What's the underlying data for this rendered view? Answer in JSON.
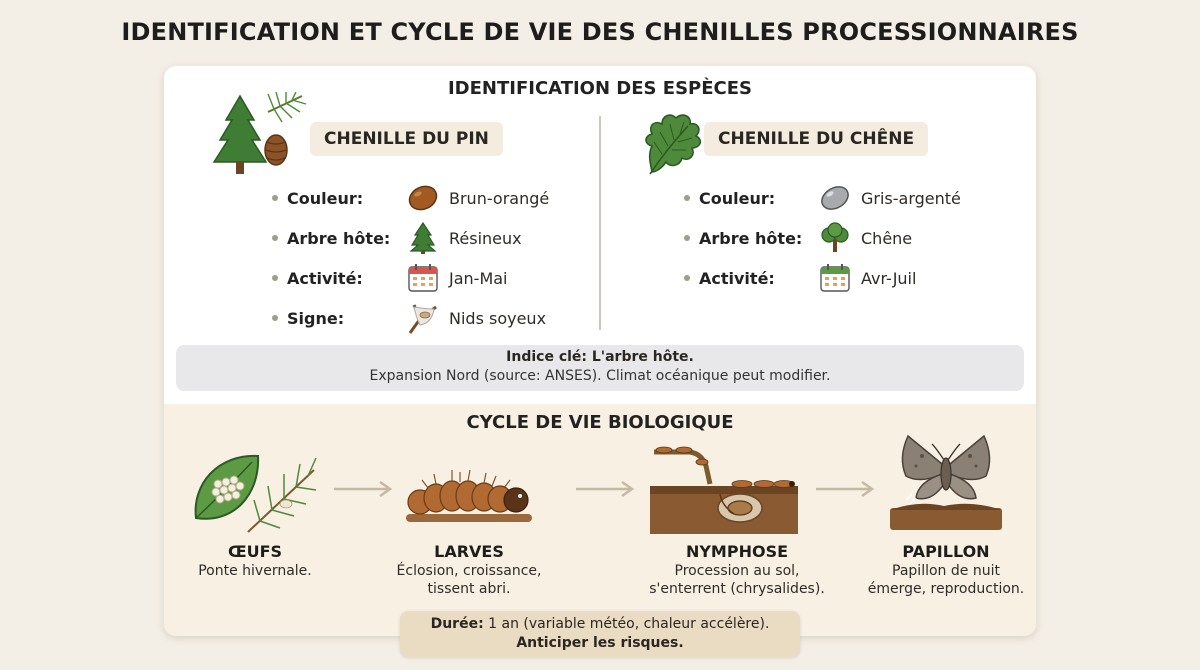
{
  "title": "IDENTIFICATION ET CYCLE DE VIE DES CHENILLES PROCESSIONNAIRES",
  "identification": {
    "title": "IDENTIFICATION DES ESPÈCES",
    "pine": {
      "name": "CHENILLE DU PIN",
      "icon": "pine-tree-with-cone-icon",
      "attributes": [
        {
          "label": "Couleur:",
          "value": "Brun-orangé",
          "icon": "brown-seed-icon"
        },
        {
          "label": "Arbre hôte:",
          "value": "Résineux",
          "icon": "conifer-icon"
        },
        {
          "label": "Activité:",
          "value": "Jan-Mai",
          "icon": "calendar-icon"
        },
        {
          "label": "Signe:",
          "value": "Nids soyeux",
          "icon": "silk-nest-icon"
        }
      ]
    },
    "oak": {
      "name": "CHENILLE DU CHÊNE",
      "icon": "oak-leaf-icon",
      "attributes": [
        {
          "label": "Couleur:",
          "value": "Gris-argenté",
          "icon": "grey-seed-icon"
        },
        {
          "label": "Arbre hôte:",
          "value": "Chêne",
          "icon": "oak-tree-icon"
        },
        {
          "label": "Activité:",
          "value": "Avr-Juil",
          "icon": "calendar-icon"
        }
      ]
    },
    "key": {
      "title": "Indice clé: L'arbre hôte.",
      "text": "Expansion Nord (source: ANSES). Climat océanique peut modifier."
    }
  },
  "lifecycle": {
    "title": "CYCLE DE VIE BIOLOGIQUE",
    "stages": [
      {
        "name": "ŒUFS",
        "desc_lines": [
          "Ponte hivernale."
        ],
        "icon": "eggs-on-leaf-icon"
      },
      {
        "name": "LARVES",
        "desc_lines": [
          "Éclosion, croissance,",
          "tissent abri."
        ],
        "icon": "caterpillar-icon"
      },
      {
        "name": "NYMPHOSE",
        "desc_lines": [
          "Procession au sol,",
          "s'enterrent (chrysalides)."
        ],
        "icon": "procession-burrow-icon"
      },
      {
        "name": "PAPILLON",
        "desc_lines": [
          "Papillon de nuit",
          "émerge, reproduction."
        ],
        "icon": "moth-icon"
      }
    ],
    "duration": {
      "label": "Durée:",
      "text": "1 an (variable météo, chaleur accélère).",
      "cta": "Anticiper les risques."
    }
  },
  "colors": {
    "background": "#f4efe6",
    "card": "#ffffff",
    "lifecycle_panel": "#f7f0e3",
    "badge": "#f3ecdf",
    "key_box": "#e8e8ea",
    "duration_box": "#eadcc3",
    "pine_color": "#a15a22",
    "oak_color": "#a8aaae",
    "leaf_green": "#4f8a3a"
  }
}
